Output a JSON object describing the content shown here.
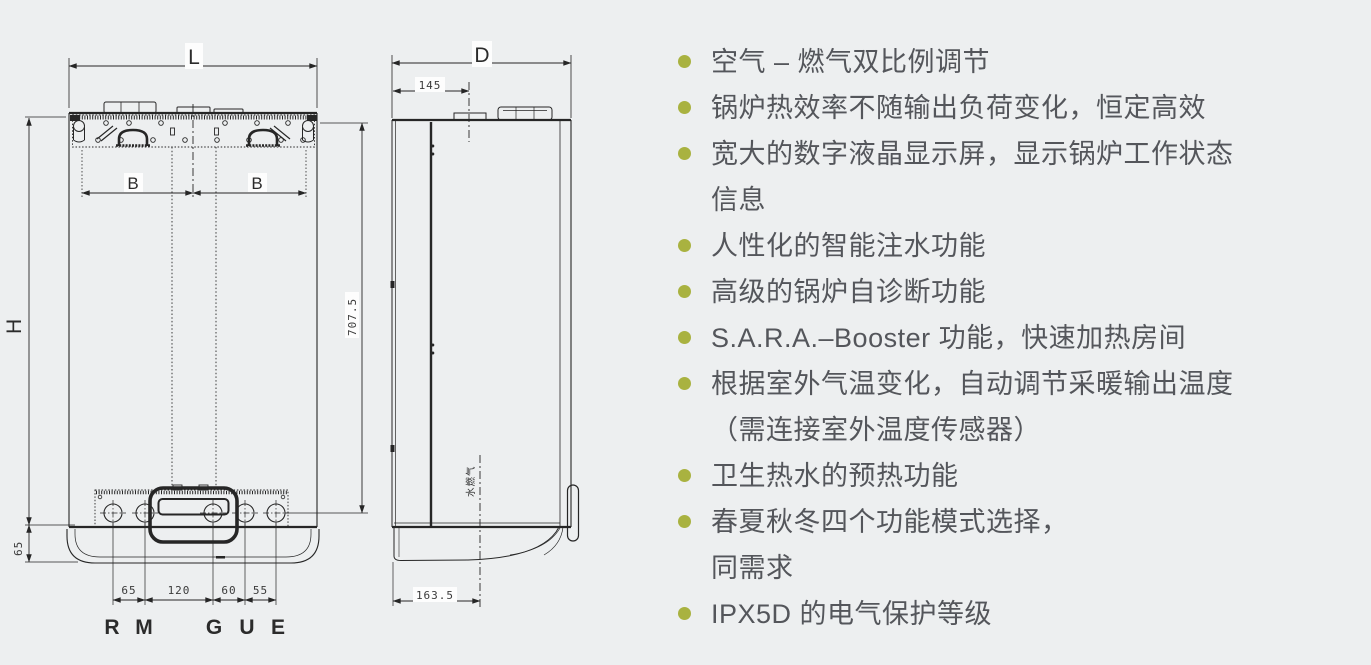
{
  "page": {
    "background": "#edeff0",
    "accent_bullet_color": "#a9b240",
    "text_color": "#54565b",
    "line_color": "#262626"
  },
  "diagram": {
    "labels": {
      "width": "L",
      "depth": "D",
      "height": "H",
      "bracket": "B",
      "base_height": "65",
      "body_height": "707.5",
      "flue_offset": "145",
      "pipe_offset": "163.5",
      "pipe_area": "水燃气"
    },
    "bottom_dims": [
      "65",
      "120",
      "60",
      "55"
    ],
    "connections": [
      "R",
      "M",
      "G",
      "U",
      "E"
    ]
  },
  "features": {
    "items": [
      {
        "lines": [
          "空气 – 燃气双比例调节"
        ]
      },
      {
        "lines": [
          "锅炉热效率不随输出负荷变化，恒定高效"
        ]
      },
      {
        "lines": [
          "宽大的数字液晶显示屏，显示锅炉工作状态",
          "信息"
        ]
      },
      {
        "lines": [
          "人性化的智能注水功能"
        ]
      },
      {
        "lines": [
          "高级的锅炉自诊断功能"
        ]
      },
      {
        "lines": [
          "S.A.R.A.–Booster 功能，快速加热房间"
        ]
      },
      {
        "lines": [
          "根据室外气温变化，自动调节采暖输出温度",
          "（需连接室外温度传感器）"
        ]
      },
      {
        "lines": [
          "卫生热水的预热功能"
        ]
      },
      {
        "lines": [
          "春夏秋冬四个功能模式选择，",
          "同需求"
        ]
      },
      {
        "lines": [
          "IPX5D 的电气保护等级"
        ]
      }
    ]
  }
}
